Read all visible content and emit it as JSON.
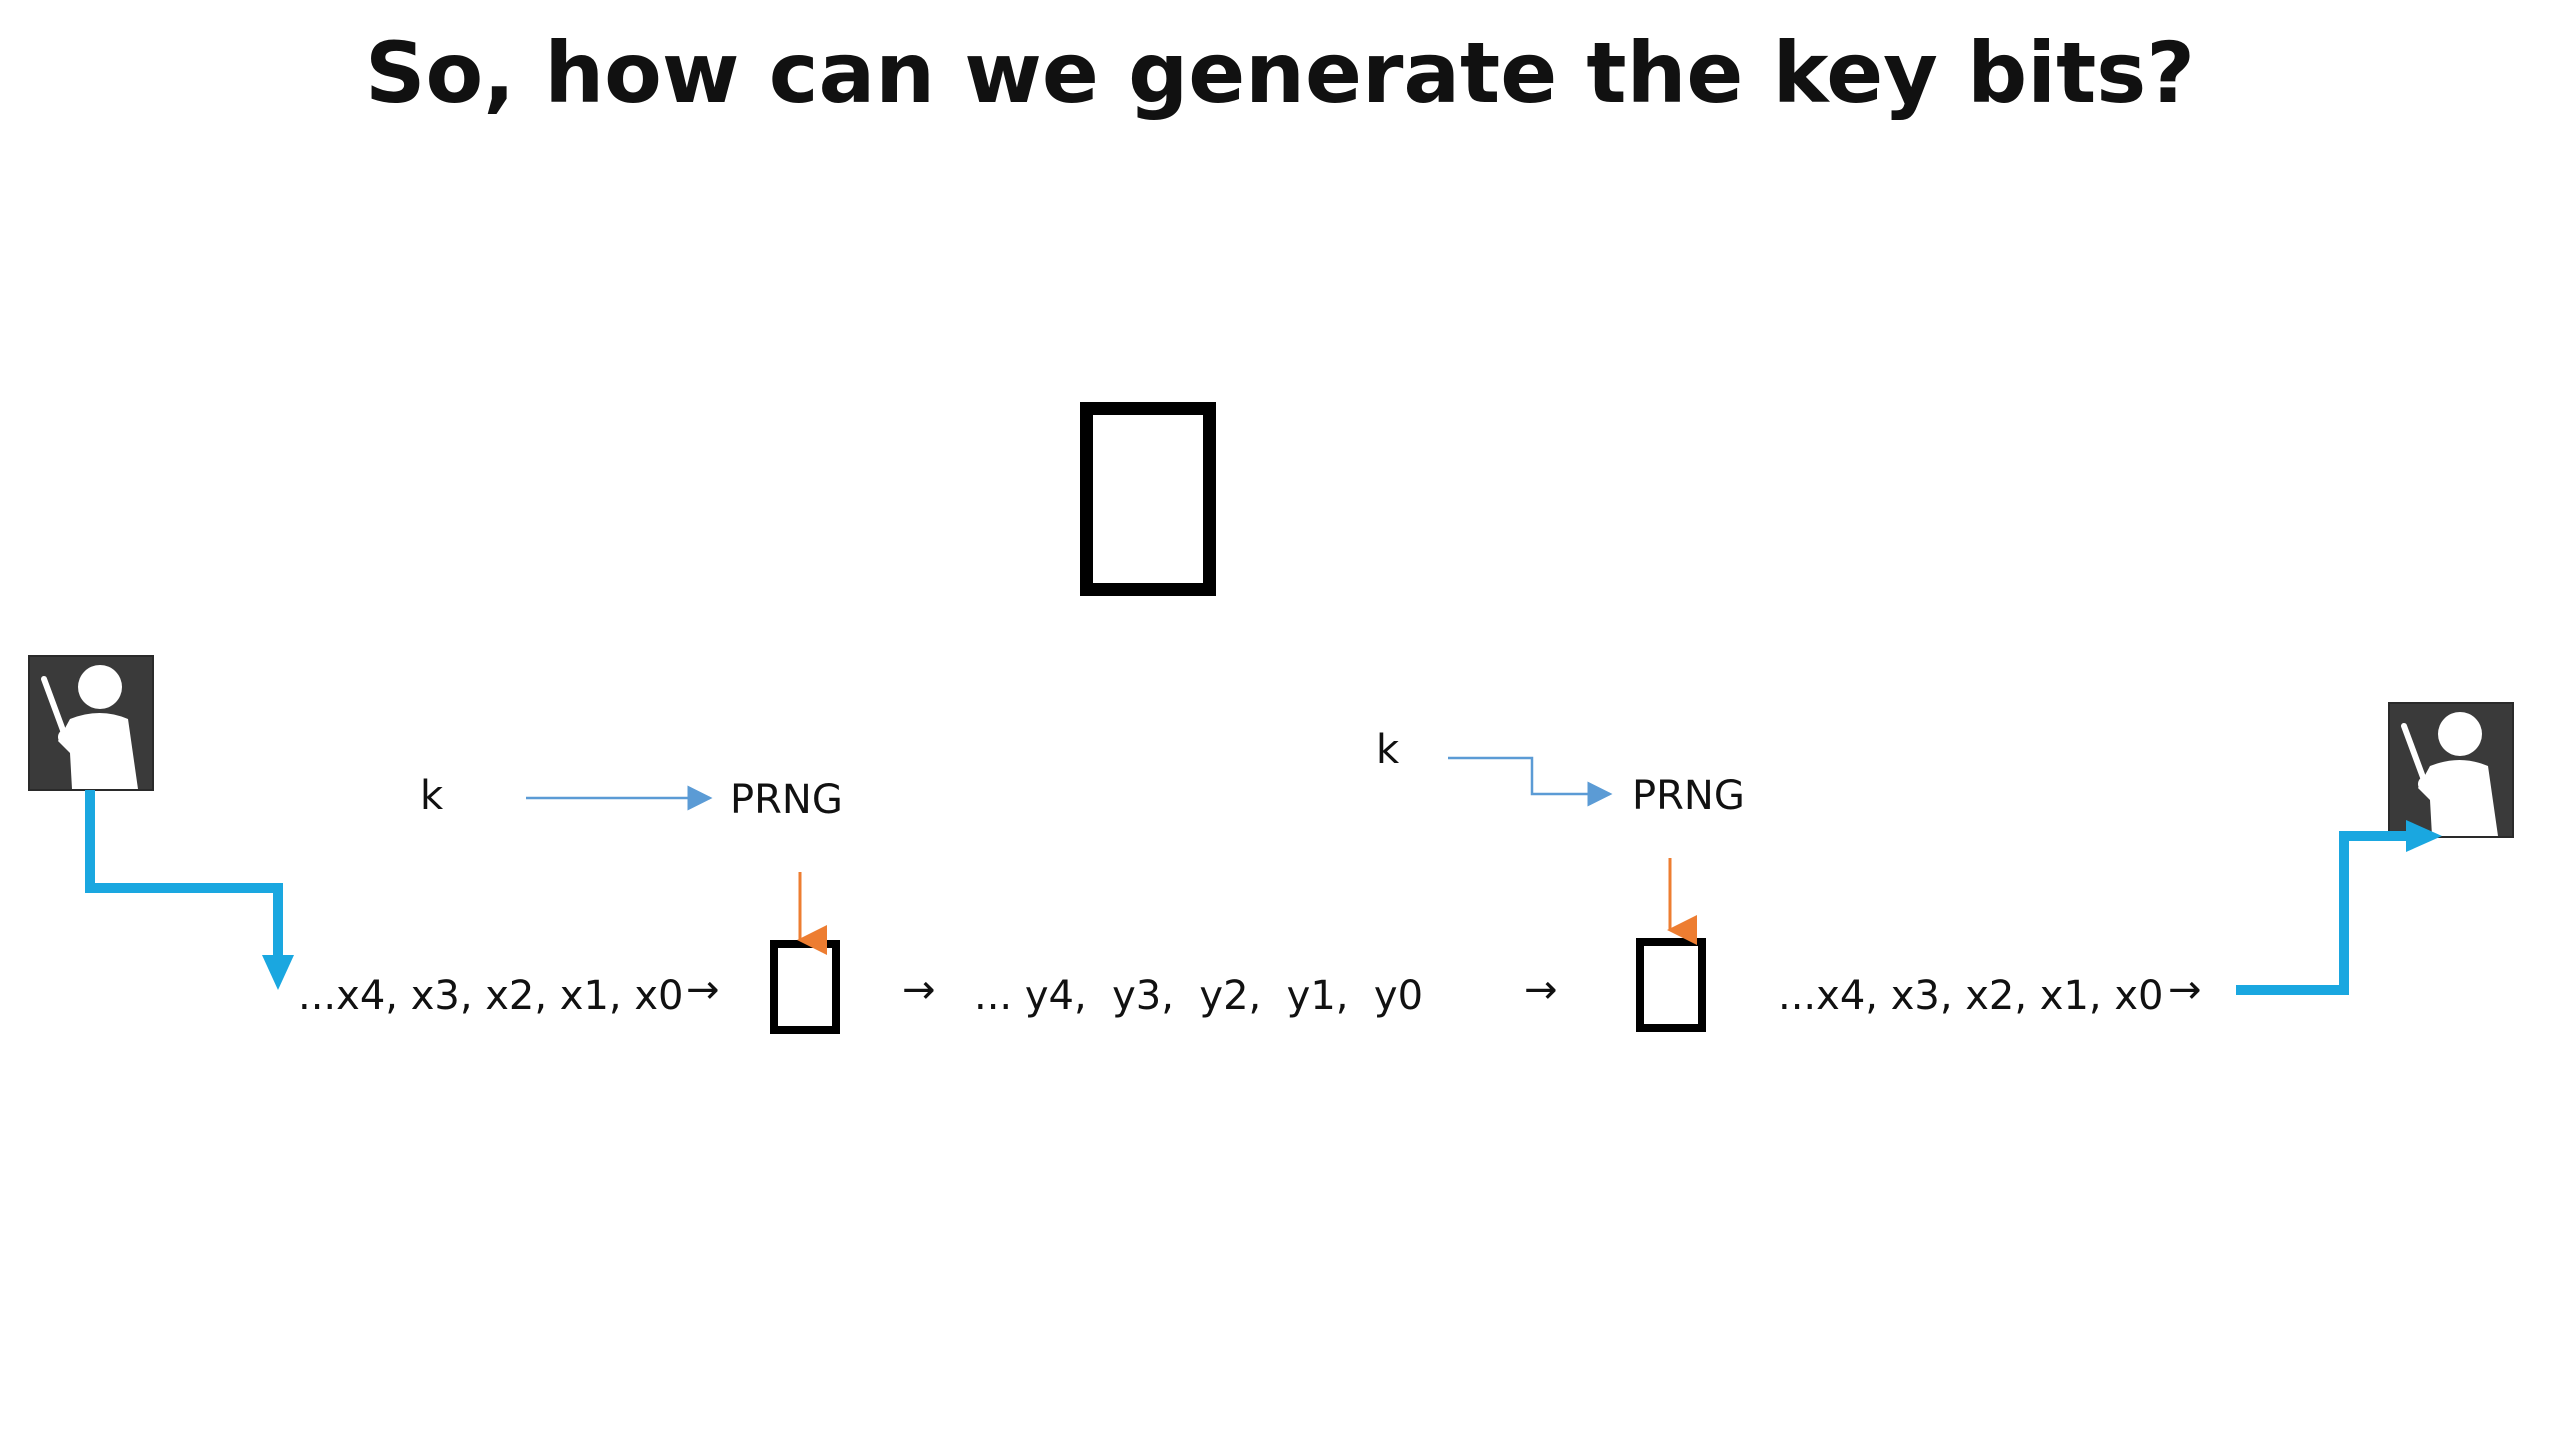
{
  "slide": {
    "title": "So, how can we generate the key bits?"
  },
  "sender": {
    "icon": "teacher-pointer-icon",
    "k_label": "k",
    "prng_label": "PRNG",
    "plaintext_seq": "...x4, x3, x2, x1, x0",
    "encrypt_symbol": "missing-glyph-box"
  },
  "ciphertext": {
    "seq": "... y4,  y3,  y2,  y1,  y0"
  },
  "receiver": {
    "icon": "teacher-pointer-icon",
    "k_label": "k",
    "prng_label": "PRNG",
    "plaintext_seq": "...x4, x3, x2, x1, x0",
    "decrypt_symbol": "missing-glyph-box"
  },
  "center_symbol": "missing-glyph-box",
  "arrow_glyph": "→",
  "colors": {
    "channel": "#1AA7E0",
    "key_arrow": "#5B9BD5",
    "prng_arrow": "#ED7D31",
    "avatar_bg": "#3A3A3A",
    "avatar_fg": "#FFFFFF"
  }
}
